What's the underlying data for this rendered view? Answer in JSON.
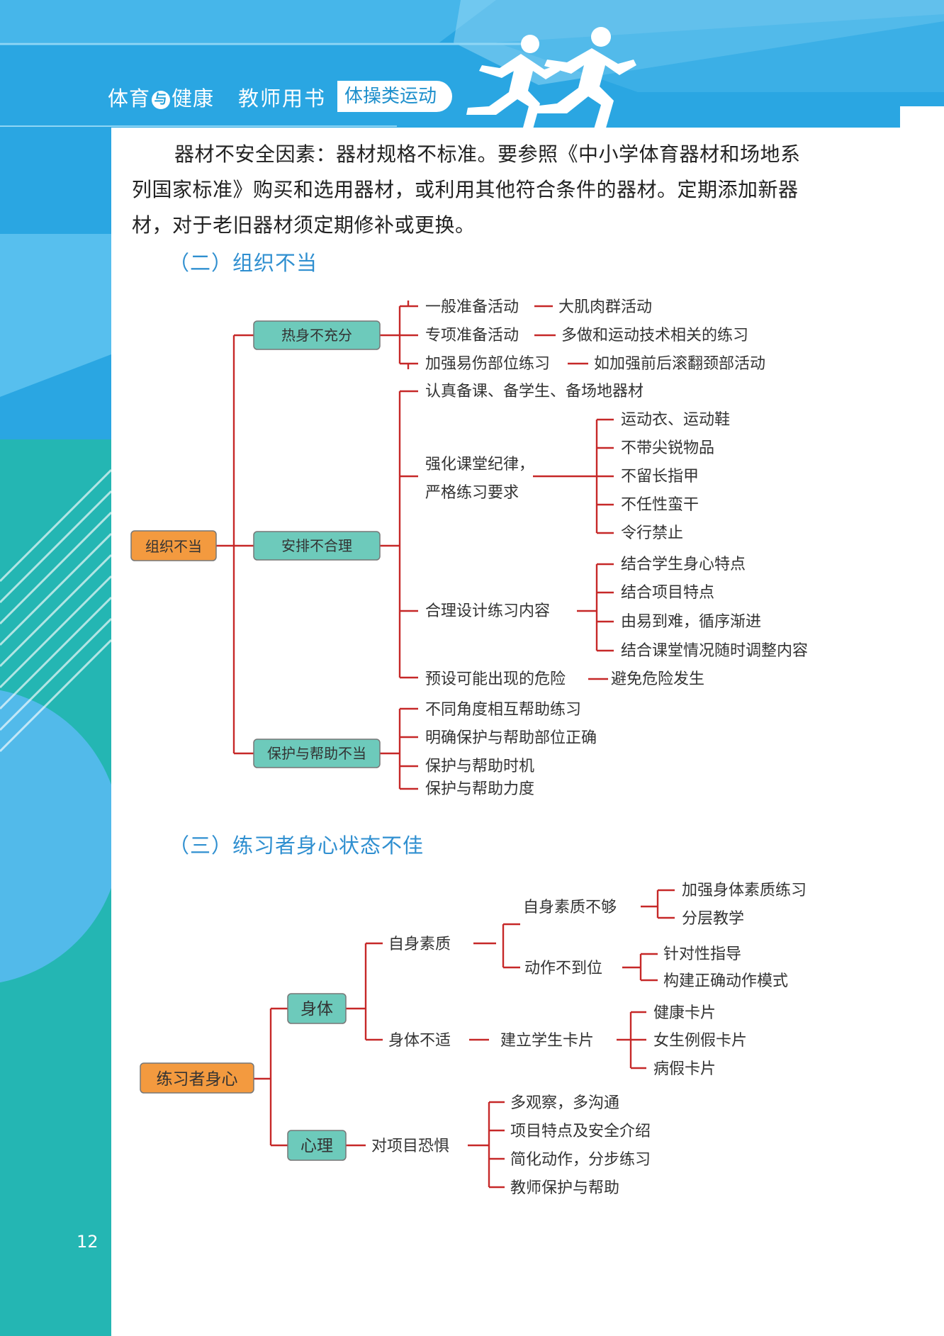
{
  "header": {
    "book_part1": "体育",
    "book_and": "与",
    "book_part2": "健康",
    "teacher": "教师用书",
    "tab": "体操类运动"
  },
  "colors": {
    "accent_blue": "#2f8fd0",
    "teal": "#6dcabb",
    "orange": "#f39a3f",
    "branch_red": "#c62828"
  },
  "intro": {
    "lines": [
      "器材不安全因素：器材规格不标准。要参照《中小学体育器材和场地系",
      "列国家标准》购买和选用器材，或利用其他符合条件的器材。定期添加新器",
      "材，对于老旧器材须定期修补或更换。"
    ]
  },
  "section2": {
    "title": "（二）组织不当",
    "root": "组织不当",
    "warmup": "热身不充分",
    "w1a": "一般准备活动",
    "w1b": "大肌肉群活动",
    "w2a": "专项准备活动",
    "w2b": "多做和运动技术相关的练习",
    "w3a": "加强易伤部位练习",
    "w3b": "如加强前后滚翻颈部活动",
    "arrange": "安排不合理",
    "a1": "认真备课、备学生、备场地器材",
    "a2_line1": "强化课堂纪律，",
    "a2_line2": "严格练习要求",
    "a2_leaves": [
      "运动衣、运动鞋",
      "不带尖锐物品",
      "不留长指甲",
      "不任性蛮干",
      "令行禁止"
    ],
    "a3": "合理设计练习内容",
    "a3_leaves": [
      "结合学生身心特点",
      "结合项目特点",
      "由易到难，循序渐进",
      "结合课堂情况随时调整内容"
    ],
    "a4a": "预设可能出现的危险",
    "a4b": "避免危险发生",
    "protect": "保护与帮助不当",
    "p_leaves": [
      "不同角度相互帮助练习",
      "明确保护与帮助部位正确",
      "保护与帮助时机",
      "保护与帮助力度"
    ]
  },
  "section3": {
    "title": "（三）练习者身心状态不佳",
    "root": "练习者身心",
    "body": "身体",
    "quality": "自身素质",
    "q1": "自身素质不够",
    "q1_leaves": [
      "加强身体素质练习",
      "分层教学"
    ],
    "q2": "动作不到位",
    "q2_leaves": [
      "针对性指导",
      "构建正确动作模式"
    ],
    "unwell": "身体不适",
    "card": "建立学生卡片",
    "card_leaves": [
      "健康卡片",
      "女生例假卡片",
      "病假卡片"
    ],
    "mind": "心理",
    "fear": "对项目恐惧",
    "fear_leaves": [
      "多观察，多沟通",
      "项目特点及安全介绍",
      "简化动作，分步练习",
      "教师保护与帮助"
    ]
  },
  "page_number": "12"
}
